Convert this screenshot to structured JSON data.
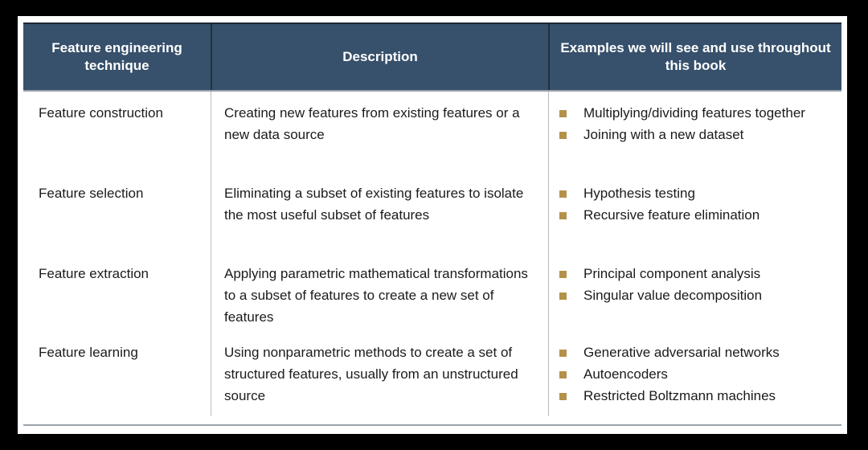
{
  "table": {
    "columns": [
      {
        "id": "technique",
        "header": "Feature engineering technique"
      },
      {
        "id": "description",
        "header": "Description"
      },
      {
        "id": "examples",
        "header": "Examples we will see and use throughout this book"
      }
    ],
    "rows": [
      {
        "technique": "Feature construction",
        "description": "Creating new features from existing features or a new data source",
        "examples": [
          "Multiplying/dividing features together",
          "Joining with a new dataset"
        ]
      },
      {
        "technique": "Feature selection",
        "description": "Eliminating a subset of existing features to isolate the most useful subset of features",
        "examples": [
          "Hypothesis testing",
          "Recursive feature elimination"
        ]
      },
      {
        "technique": "Feature extraction",
        "description": "Applying parametric mathematical transformations to a subset of features to create a new set of features",
        "examples": [
          "Principal component analysis",
          "Singular value decomposition"
        ]
      },
      {
        "technique": "Feature learning",
        "description": "Using nonparametric methods to create a set of structured features, usually from an unstructured source",
        "examples": [
          "Generative adversarial networks",
          "Autoencoders",
          "Restricted Boltzmann machines"
        ]
      }
    ]
  },
  "colors": {
    "header_background": "#37506b",
    "header_text": "#ffffff",
    "bullet_marker": "#b4914a",
    "body_text": "#1b1b1b",
    "divider": "#b8bcc0",
    "rule": "#9aa3ab",
    "card_background": "#ffffff",
    "page_background": "#000000"
  }
}
